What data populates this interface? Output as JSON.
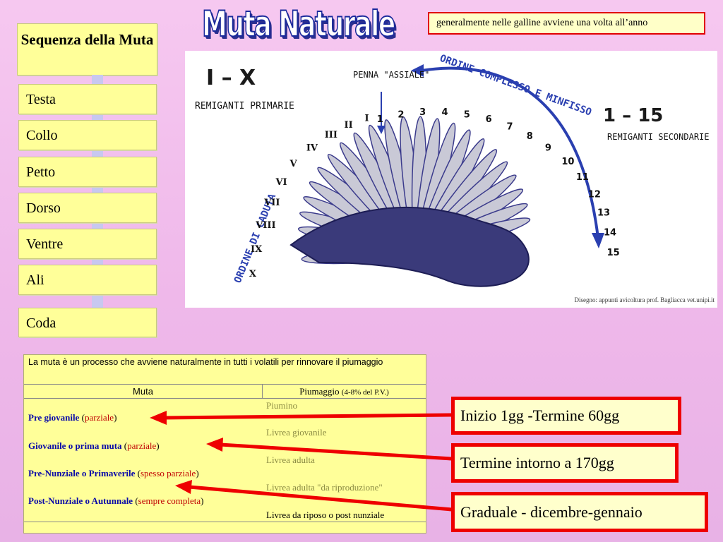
{
  "title": "Muta Naturale",
  "note": "generalmente nelle galline avviene una volta all’anno",
  "sequence": {
    "heading": "Sequenza della Muta",
    "items": [
      "Testa",
      "Collo",
      "Petto",
      "Dorso",
      "Ventre",
      "Ali",
      "Coda"
    ]
  },
  "wing": {
    "labels": {
      "primaries_range": "I – X",
      "primaries_name": "REMIGANTI PRIMARIE",
      "axial": "PENNA \"ASSIALE\"",
      "fall_order": "ORDINE DI CADUTA",
      "complex_order": "ORDINE COMPLESSO E MINFISSO",
      "secondaries_range": "1 – 15",
      "secondaries_name": "REMIGANTI SECONDARIE"
    },
    "primary_numerals": [
      "I",
      "II",
      "III",
      "IV",
      "V",
      "VI",
      "VII",
      "VIII",
      "IX",
      "X"
    ],
    "secondary_numbers": [
      "1",
      "2",
      "3",
      "4",
      "5",
      "6",
      "7",
      "8",
      "9",
      "10",
      "11",
      "12",
      "13",
      "14",
      "15"
    ],
    "credit": "Disegno: appunti avicoltura prof. Bagliacca vet.unipi.it"
  },
  "table": {
    "intro": "La muta è un processo che avviene naturalmente in tutti i  volatili per rinnovare il piumaggio",
    "col_muta": "Muta",
    "col_piumaggio": "Piumaggio",
    "col_piumaggio_note": "(4-8% del P.V.)",
    "molts": [
      {
        "name": "Pre giovanile",
        "qualifier": "parziale"
      },
      {
        "name": "Giovanile o prima muta",
        "qualifier": "parziale"
      },
      {
        "name": "Pre-Nunziale o Primaverile",
        "qualifier": "spesso parziale"
      },
      {
        "name": "Post-Nunziale o Autunnale",
        "qualifier": "sempre completa"
      }
    ],
    "plumages": [
      "Piumino",
      "Livrea giovanile",
      "Livrea adulta",
      "Livrea adulta \"da riproduzione\"",
      "Livrea da riposo o post nunziale"
    ]
  },
  "callouts": [
    "Inizio 1gg -Termine 60gg",
    "Termine  intorno a 170gg",
    "Graduale - dicembre-gennaio"
  ],
  "colors": {
    "background": "#f2bfee",
    "box": "#ffff99",
    "accent_red": "#ee0000",
    "title_blue": "#1a2a9c",
    "arrow": "#c8c8f0"
  }
}
